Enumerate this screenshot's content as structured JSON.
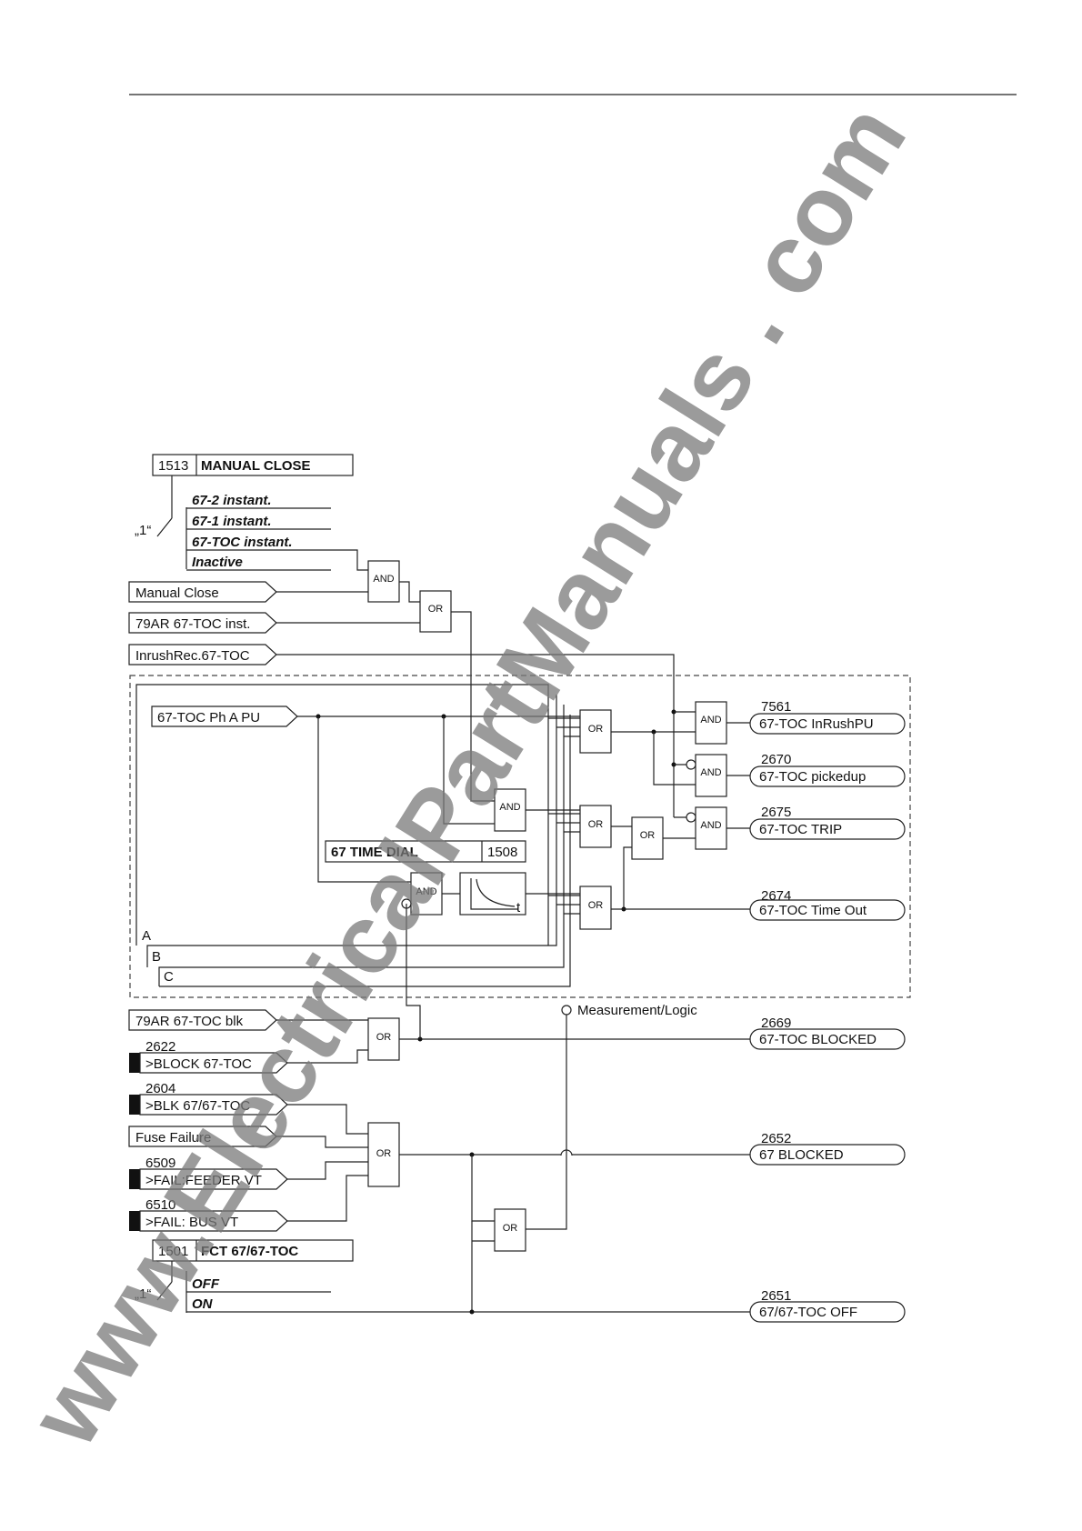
{
  "settings": {
    "manual_close": {
      "number": "1513",
      "title": "MANUAL CLOSE",
      "selector": "„1“",
      "options": [
        "67-2 instant.",
        "67-1 instant.",
        "67-TOC instant.",
        "Inactive"
      ]
    },
    "fct": {
      "number": "1501",
      "title": "FCT 67/67-TOC",
      "selector": "„1“",
      "options": [
        "OFF",
        "ON"
      ]
    },
    "time_dial": {
      "title": "67 TIME DIAL",
      "number": "1508"
    }
  },
  "inputs": {
    "manual_close": "Manual Close",
    "ar_inst": "79AR 67-TOC inst.",
    "inrush": "InrushRec.67-TOC",
    "phase_pu": "67-TOC Ph A PU",
    "ar_blk": "79AR 67-TOC blk",
    "fuse_failure": "Fuse Failure",
    "block": {
      "number": "2622",
      "label": ">BLOCK 67-TOC"
    },
    "blk_67": {
      "number": "2604",
      "label": ">BLK 67/67-TOC"
    },
    "fail_feeder": {
      "number": "6509",
      "label": ">FAIL:FEEDER VT"
    },
    "fail_bus": {
      "number": "6510",
      "label": ">FAIL: BUS VT"
    }
  },
  "outputs": [
    {
      "number": "7561",
      "label": "67-TOC InRushPU"
    },
    {
      "number": "2670",
      "label": "67-TOC pickedup"
    },
    {
      "number": "2675",
      "label": "67-TOC TRIP"
    },
    {
      "number": "2674",
      "label": "67-TOC Time Out"
    },
    {
      "number": "2669",
      "label": "67-TOC BLOCKED"
    },
    {
      "number": "2652",
      "label": "67 BLOCKED"
    },
    {
      "number": "2651",
      "label": "67/67-TOC  OFF"
    }
  ],
  "gates": {
    "and": "AND",
    "or": "OR"
  },
  "phases": [
    "A",
    "B",
    "C"
  ],
  "timer_axis": "t",
  "measurement": "Measurement/Logic",
  "watermark": "www.ElectricalPartManuals . com"
}
